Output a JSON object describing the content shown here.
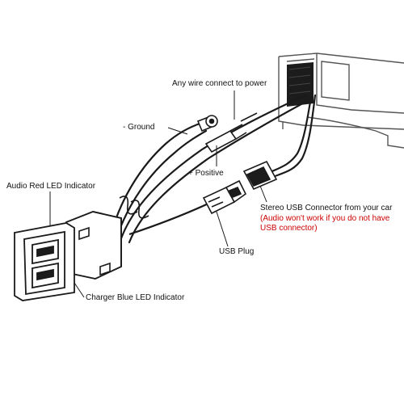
{
  "labels": {
    "power": "Any wire connect to power",
    "ground": "- Ground",
    "positive": "+ Positive",
    "audio_led": "Audio Red LED Indicator",
    "stereo_usb": "Stereo USB Connector from your car",
    "stereo_note_line1": "(Audio won't work if you do not have",
    "stereo_note_line2": "USB connector)",
    "usb_plug": "USB Plug",
    "charger_led": "Charger Blue LED Indicator"
  },
  "colors": {
    "line": "#1a1a1a",
    "note_text": "#cc0000",
    "background": "#ffffff"
  }
}
